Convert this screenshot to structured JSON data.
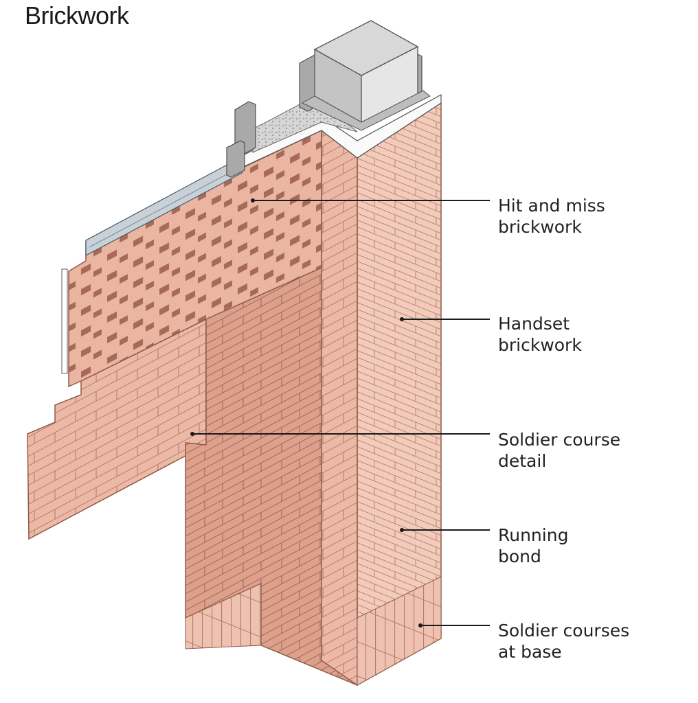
{
  "title": "Brickwork",
  "colors": {
    "brick_light": "#f0c4b2",
    "brick_face": "#e8b09b",
    "brick_shadow": "#cf9480",
    "mortar": "#a86e5c",
    "steel": "#a8a8a8",
    "leader": "#1a1a1a"
  },
  "labels": [
    {
      "id": "hit-and-miss",
      "lines": [
        "Hit and miss",
        "brickwork"
      ]
    },
    {
      "id": "handset",
      "lines": [
        "Handset",
        "brickwork"
      ]
    },
    {
      "id": "soldier-detail",
      "lines": [
        "Soldier course",
        "detail"
      ]
    },
    {
      "id": "running-bond",
      "lines": [
        "Running",
        "bond"
      ]
    },
    {
      "id": "soldier-base",
      "lines": [
        "Soldier courses",
        "at base"
      ]
    }
  ]
}
